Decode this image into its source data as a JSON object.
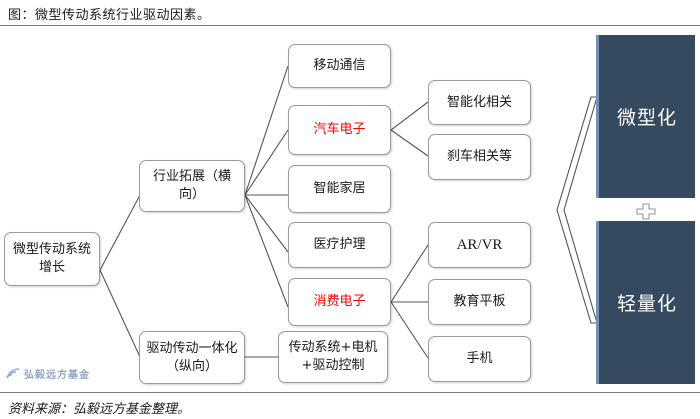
{
  "header": {
    "title": "图：微型传动系统行业驱动因素。"
  },
  "footer": {
    "source": "资料来源：弘毅远方基金整理。",
    "watermark_text": "弘毅远方基金",
    "watermark_icon": "signal-wave-icon"
  },
  "diagram": {
    "type": "tree-flowchart",
    "root": {
      "label": "微型传动系统增长"
    },
    "branches": [
      {
        "label": "行业拓展（横向）",
        "children": [
          {
            "label": "移动通信",
            "accent": false
          },
          {
            "label": "汽车电子",
            "accent": true,
            "accent_color": "#ff0000",
            "children": [
              {
                "label": "智能化相关"
              },
              {
                "label": "刹车相关等"
              }
            ]
          },
          {
            "label": "智能家居",
            "accent": false
          },
          {
            "label": "医疗护理",
            "accent": false
          },
          {
            "label": "消费电子",
            "accent": true,
            "accent_color": "#ff0000",
            "children": [
              {
                "label": "AR/VR"
              },
              {
                "label": "教育平板"
              },
              {
                "label": "手机"
              }
            ]
          }
        ]
      },
      {
        "label": "驱动传动一体化（纵向）",
        "children": [
          {
            "label": "传动系统+电机+驱动控制",
            "accent": false
          }
        ]
      }
    ],
    "outcomes": {
      "bracket_icon": "chevron-left-bracket-icon",
      "separator_icon": "plus-cross-icon",
      "panel_color": "#35495f",
      "panel_accent": "#7291b5",
      "items": [
        {
          "label": "微型化"
        },
        {
          "label": "轻量化"
        }
      ]
    }
  }
}
